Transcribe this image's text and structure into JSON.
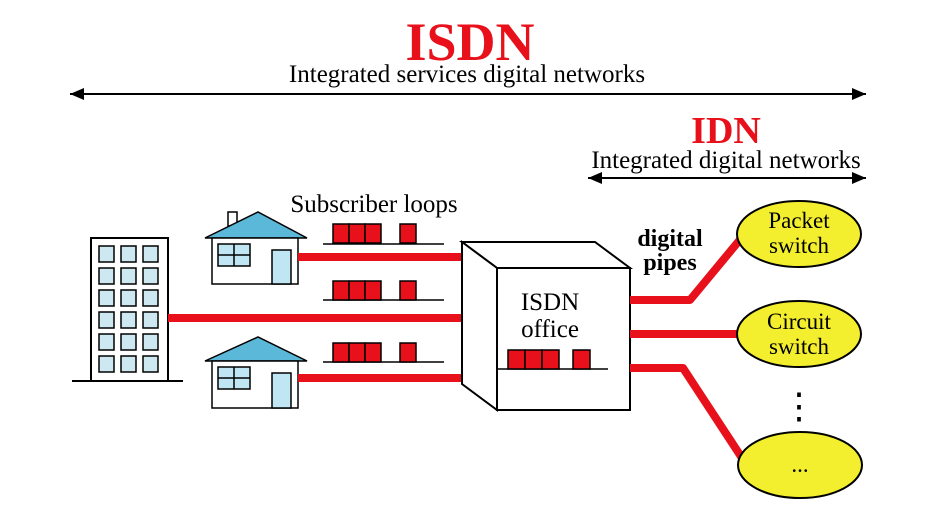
{
  "isdn": {
    "title": "ISDN",
    "subtitle": "Integrated services digital networks"
  },
  "idn": {
    "title": "IDN",
    "subtitle": "Integrated digital networks"
  },
  "subscriber_loops_label": "Subscriber loops",
  "office": {
    "line1": "ISDN",
    "line2": "office"
  },
  "digital_pipes": {
    "line1": "digital",
    "line2": "pipes"
  },
  "nodes": [
    {
      "line1": "Packet",
      "line2": "switch"
    },
    {
      "line1": "Circuit",
      "line2": "switch"
    },
    {
      "line1": "..."
    }
  ],
  "vertical_ellipsis": "⋮",
  "colors": {
    "accent_red": "#e8101a",
    "node_fill": "#f4ef2e",
    "house_roof": "#5bb8d8",
    "house_window": "#bfe6f2",
    "building_window": "#cde8f0"
  }
}
